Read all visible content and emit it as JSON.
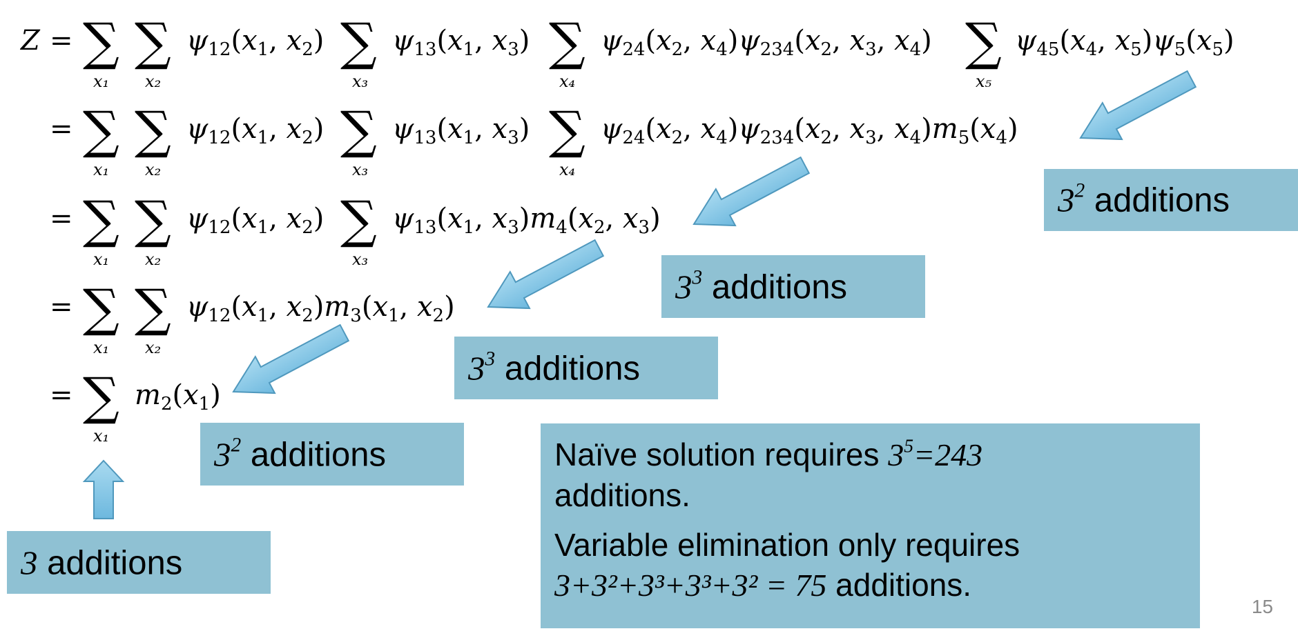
{
  "equation": {
    "lhs": "Z",
    "lines": [
      "Z = Σ_{x1} Σ_{x2} ψ12(x1,x2) Σ_{x3} ψ13(x1,x3) Σ_{x4} ψ24(x2,x4)ψ234(x2,x3,x4) Σ_{x5} ψ45(x4,x5)ψ5(x5)",
      "= Σ_{x1} Σ_{x2} ψ12(x1,x2) Σ_{x3} ψ13(x1,x3) Σ_{x4} ψ24(x2,x4)ψ234(x2,x3,x4)m5(x4)",
      "= Σ_{x1} Σ_{x2} ψ12(x1,x2) Σ_{x3} ψ13(x1,x3)m4(x2,x3)",
      "= Σ_{x1} Σ_{x2} ψ12(x1,x2)m3(x1,x2)",
      "= Σ_{x1} m2(x1)"
    ]
  },
  "callouts": [
    {
      "base": "3",
      "exp": "2",
      "text": "additions"
    },
    {
      "base": "3",
      "exp": "3",
      "text": "additions"
    },
    {
      "base": "3",
      "exp": "3",
      "text": "additions"
    },
    {
      "base": "3",
      "exp": "2",
      "text": "additions"
    },
    {
      "base": "3",
      "exp": "",
      "text": "additions"
    }
  ],
  "summary": {
    "naive_prefix": "Naïve solution requires ",
    "naive_base": "3",
    "naive_exp": "5",
    "naive_value": "=243",
    "naive_suffix": "additions.",
    "ve_prefix": "Variable elimination only requires",
    "ve_formula": "3+3²+3³+3³+3² = 75",
    "ve_suffix": " additions."
  },
  "page_number": "15",
  "colors": {
    "box": "#8fc1d3",
    "arrow": "#7ec3e1",
    "arrow_border": "#4f98bd"
  }
}
